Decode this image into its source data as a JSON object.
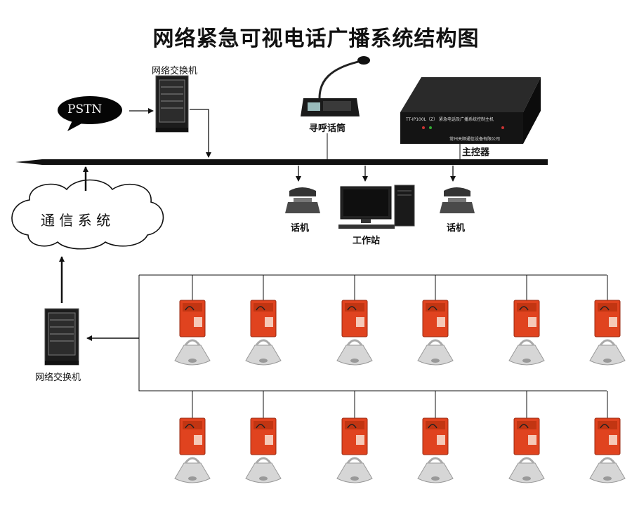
{
  "title": "网络紧急可视电话广播系统结构图",
  "labels": {
    "top_switch": "网络交换机",
    "pstn": "PSTN",
    "paging_mic": "寻呼话筒",
    "main_controller": "主控器",
    "controller_model": "TT-IP100L（Z） 紧急电话及广播系统控制主机",
    "controller_maker": "常州天顺通信设备有限公司",
    "comm_system": "通 信 系 统",
    "phone_left": "话机",
    "workstation": "工作站",
    "phone_right": "话机",
    "bottom_switch": "网络交换机"
  },
  "colors": {
    "terminal_orange": "#e0431f",
    "line": "#111111",
    "speaker": "#d6d6d6"
  },
  "terminal_rows": 2,
  "terminals_per_row": 6
}
